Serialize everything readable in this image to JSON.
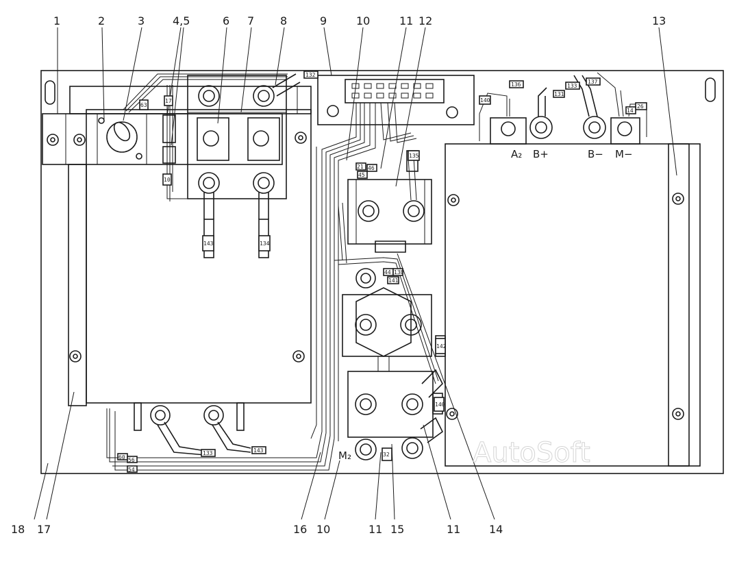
{
  "callouts": {
    "c1": "1",
    "c2": "2",
    "c3": "3",
    "c45": "4,5",
    "c6": "6",
    "c7": "7",
    "c8": "8",
    "c9": "9",
    "c10a": "10",
    "c11a": "11",
    "c12": "12",
    "c13": "13",
    "c18": "18",
    "c17": "17",
    "c16": "16",
    "c10b": "10",
    "c11b": "11",
    "c15": "15",
    "c11c": "11",
    "c14": "14"
  },
  "terminals": {
    "a2": "A₂",
    "bplus": "B+",
    "bminus": "B−",
    "mminus": "M−",
    "m2": "M₂"
  },
  "wire_tags": {
    "t132": "132",
    "t134": "134",
    "t143": "143",
    "t135": "135",
    "t133": "133",
    "t21": "21",
    "t46": "46",
    "t45": "45",
    "t136": "136",
    "t140": "140",
    "t131": "131",
    "t137": "137",
    "t138": "138",
    "t14": "14",
    "t26": "26",
    "t44": "44",
    "t141": "141",
    "t142": "142",
    "t32": "32",
    "t54": "54",
    "t56": "56",
    "t60": "60",
    "t10": "10",
    "t17": "17",
    "t63": "63"
  },
  "watermark": "AutoSoft",
  "colors": {
    "ink": "#1a1a1a",
    "paper": "#ffffff",
    "watermark": "#d4d4d4"
  }
}
